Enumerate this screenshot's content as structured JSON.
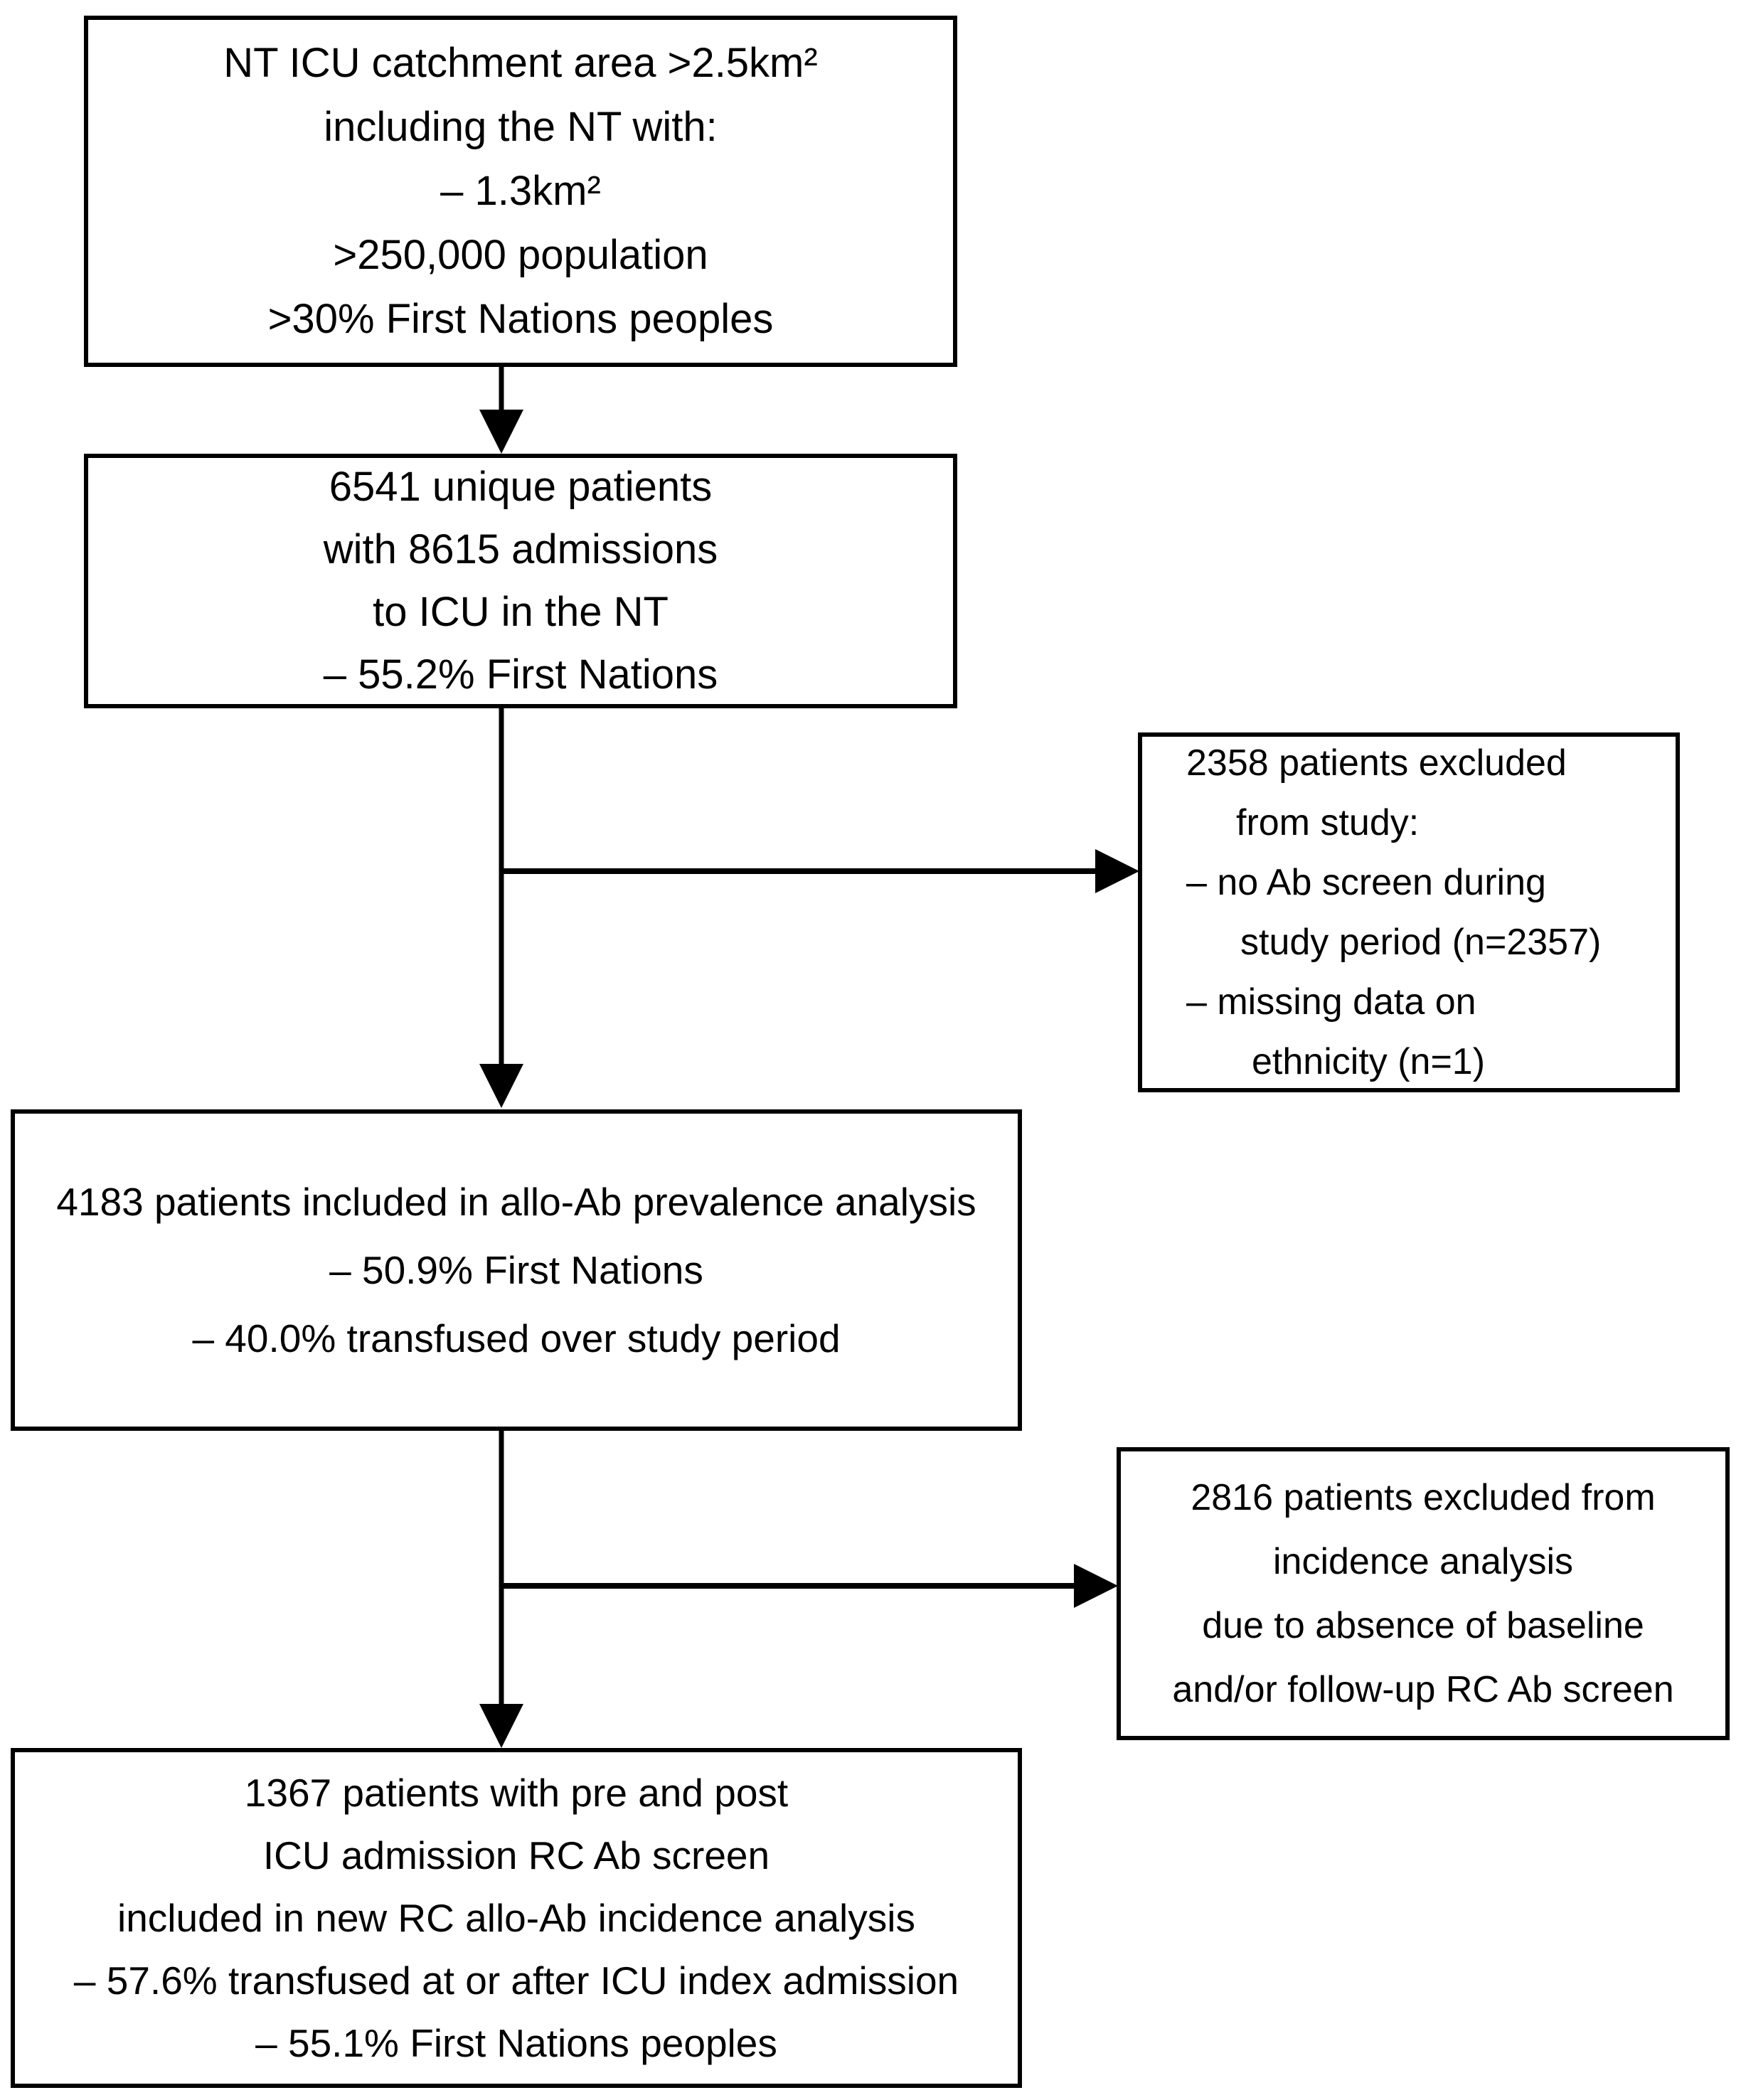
{
  "colors": {
    "background": "#ffffff",
    "box_border": "#000000",
    "text": "#000000",
    "arrow": "#000000"
  },
  "flowchart": {
    "box_catchment": {
      "lines": [
        "NT ICU catchment area >2.5km²",
        "including the NT with:",
        "– 1.3km²",
        ">250,000 population",
        ">30% First Nations peoples"
      ]
    },
    "box_patients": {
      "lines": [
        "6541 unique patients",
        "with 8615 admissions",
        "to ICU in the NT",
        "– 55.2% First Nations"
      ]
    },
    "box_excluded_study": {
      "lines": [
        "2358 patients excluded",
        "from study:",
        "– no Ab screen during",
        "study period (n=2357)",
        "– missing data on",
        "ethnicity (n=1)"
      ]
    },
    "box_prevalence": {
      "lines": [
        "4183 patients included in allo-Ab prevalence analysis",
        "– 50.9% First Nations",
        "– 40.0% transfused over study period"
      ]
    },
    "box_excluded_incidence": {
      "lines": [
        "2816 patients excluded from",
        "incidence analysis",
        "due to absence of baseline",
        "and/or follow-up RC Ab screen"
      ]
    },
    "box_incidence": {
      "lines": [
        "1367 patients with pre and post",
        "ICU admission RC Ab screen",
        "included in new RC allo-Ab incidence analysis",
        "– 57.6% transfused at or after ICU index admission",
        "– 55.1% First Nations peoples"
      ]
    }
  }
}
